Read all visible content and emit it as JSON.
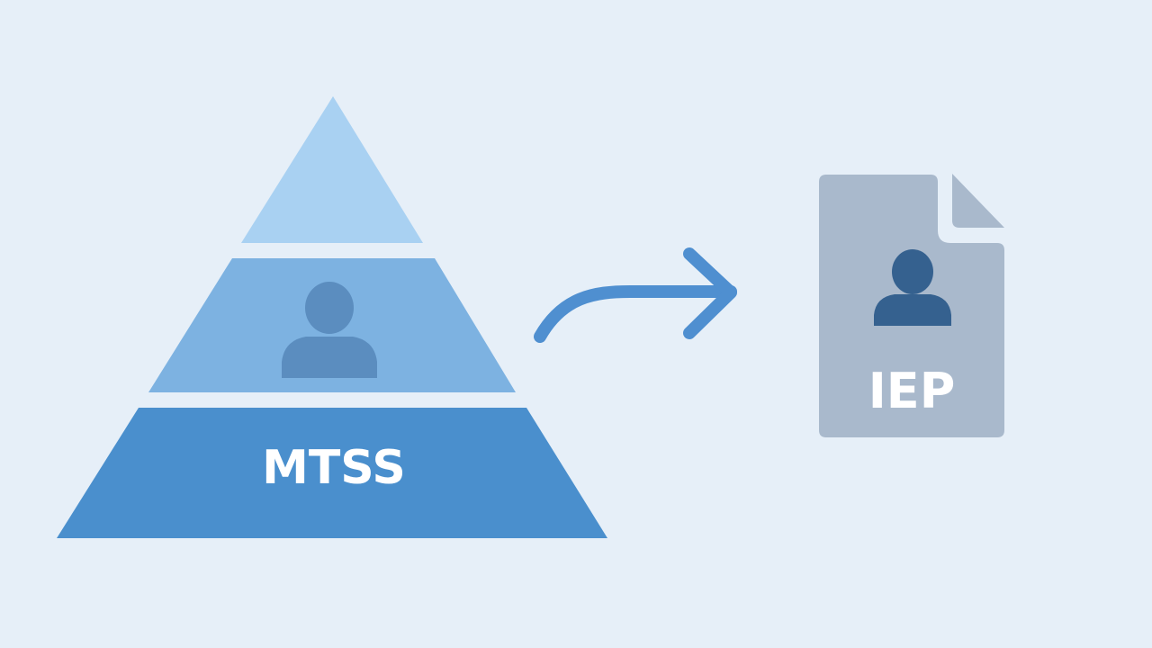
{
  "pyramid": {
    "base_label": "MTSS",
    "tiers": [
      {
        "tier": "top",
        "color": "#a9d1f2"
      },
      {
        "tier": "middle",
        "color": "#7db2e1"
      },
      {
        "tier": "bottom",
        "color": "#4a8fcd"
      }
    ],
    "person_icon_color": "#5b8dbf"
  },
  "arrow": {
    "color": "#4f8fd0"
  },
  "document": {
    "label": "IEP",
    "color": "#a9b9cc",
    "person_icon_color": "#35618f"
  }
}
